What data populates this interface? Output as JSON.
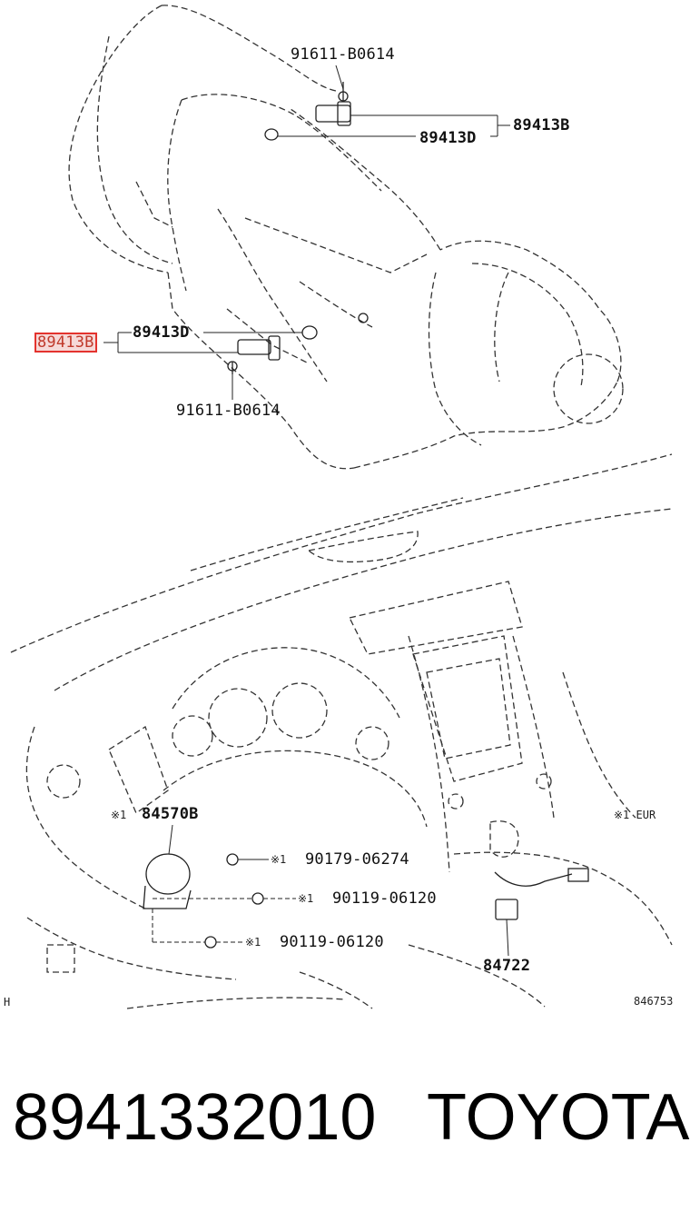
{
  "callouts": {
    "top_bolt": "91611-B0614",
    "top_sensor": "89413B",
    "top_gasket": "89413D",
    "mid_gasket": "89413D",
    "mid_sensor_highlighted": "89413B",
    "mid_bolt": "91611-B0614",
    "switch": "84570B",
    "screw_1": "90179-06274",
    "screw_2": "90119-06120",
    "screw_3": "90119-06120",
    "shift_part": "84722"
  },
  "notes": {
    "mark": "※1",
    "region_note": "※1 EUR",
    "figure_id": "846753",
    "left_mark": "H"
  },
  "footer": {
    "part_number": "8941332010",
    "brand": "TOYOTA"
  },
  "colors": {
    "highlight_border": "#e4332e",
    "highlight_fill": "#f6d9d8",
    "line": "#222222"
  }
}
